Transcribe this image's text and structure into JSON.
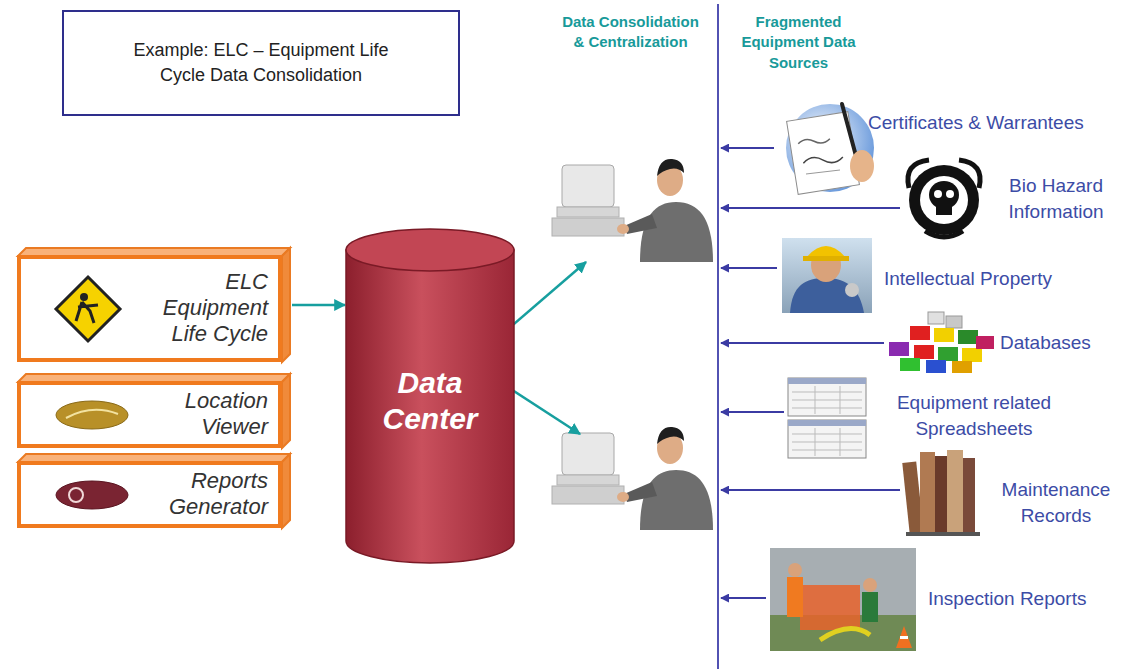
{
  "diagram": {
    "nodes": [
      {
        "text": [
          "Example: ELC – Equipment Life Cycle Data Consolidation"
        ]
      },
      {
        "text": [
          "ELC Equipment Life Cycle"
        ]
      },
      {
        "text": [
          "Location Viewer"
        ]
      },
      {
        "text": [
          "Reports Generator"
        ]
      },
      {
        "text": [
          "Data Center"
        ]
      }
    ],
    "edges": [
      {
        "from": 1,
        "to": 4,
        "arrow": "to"
      }
    ],
    "labels": [
      "Data Consolidation & Centralization",
      "Fragmented Equipment Data Sources",
      "Certificates & Warrantees",
      "Bio Hazard Information",
      "Intellectual Property",
      "Databases",
      "Equipment related Spreadsheets",
      "Maintenance Records",
      "Inspection Reports"
    ]
  }
}
